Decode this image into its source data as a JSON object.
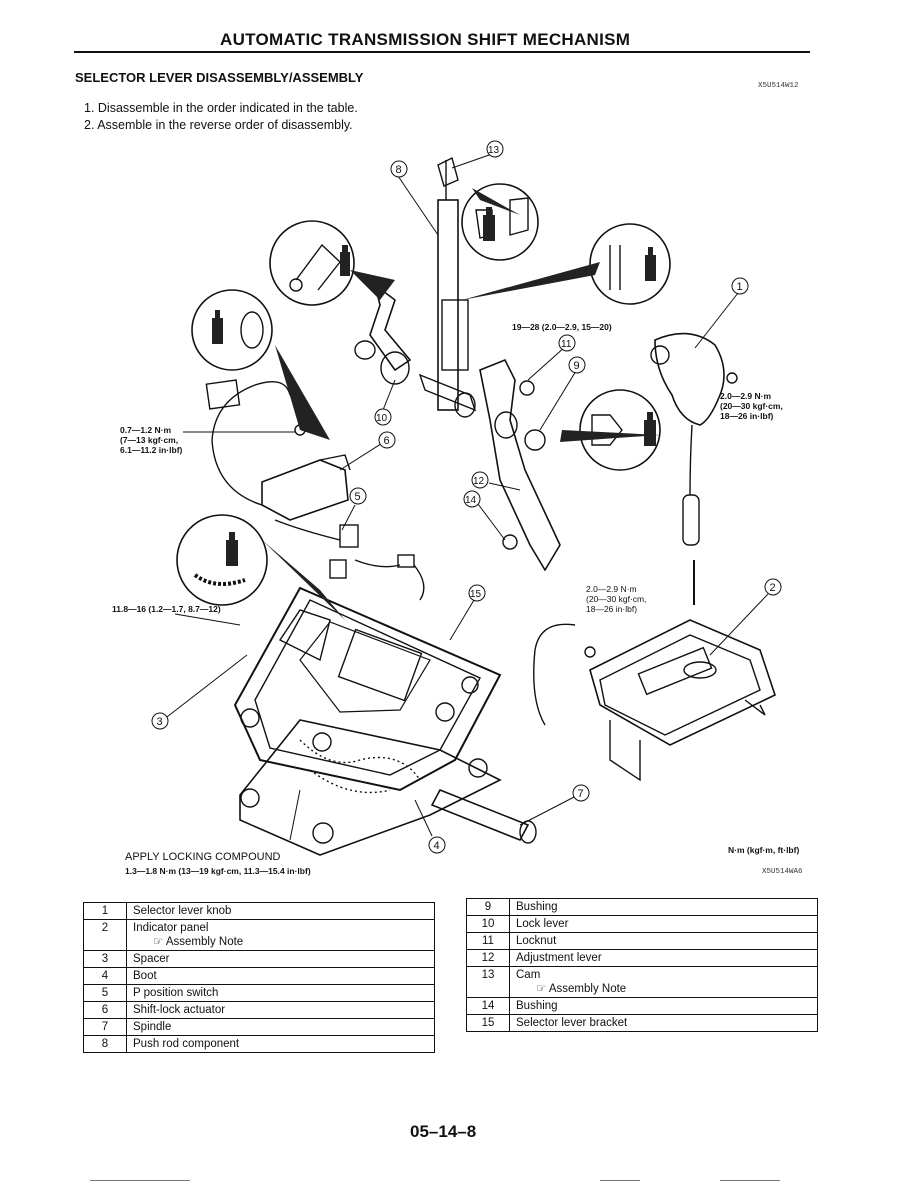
{
  "header": {
    "title": "AUTOMATIC TRANSMISSION SHIFT MECHANISM"
  },
  "section": {
    "heading": "SELECTOR LEVER DISASSEMBLY/ASSEMBLY",
    "code": "X5U514W12",
    "steps": [
      "1. Disassemble in the order indicated in the table.",
      "2. Assemble in the reverse order of disassembly."
    ]
  },
  "diagram": {
    "callouts": [
      "1",
      "2",
      "3",
      "4",
      "5",
      "6",
      "7",
      "8",
      "9",
      "10",
      "11",
      "12",
      "13",
      "14",
      "15"
    ],
    "torque": {
      "t1": "0.7—1.2 N·m\n(7—13 kgf·cm,\n6.1—11.2 in·lbf)",
      "t2": "19—28 (2.0—2.9, 15—20)",
      "t3": "2.0—2.9 N·m\n(20—30 kgf·cm,\n18—26 in·lbf)",
      "t4": "11.8—16 (1.2—1.7, 8.7—12)",
      "t5": "2.0—2.9 N·m\n(20—30 kgf·cm,\n18—26 in·lbf)",
      "t6": "APPLY LOCKING COMPOUND",
      "t7": "1.3—1.8 N·m (13—19 kgf·cm, 11.3—15.4 in·lbf)"
    },
    "units": "N·m (kgf·m, ft·lbf)",
    "fig_code": "X5U514WA6"
  },
  "parts_left": [
    {
      "no": "1",
      "name": "Selector lever knob",
      "note": ""
    },
    {
      "no": "2",
      "name": "Indicator panel",
      "note": "☞ Assembly Note"
    },
    {
      "no": "3",
      "name": "Spacer",
      "note": ""
    },
    {
      "no": "4",
      "name": "Boot",
      "note": ""
    },
    {
      "no": "5",
      "name": "P position switch",
      "note": ""
    },
    {
      "no": "6",
      "name": "Shift-lock actuator",
      "note": ""
    },
    {
      "no": "7",
      "name": "Spindle",
      "note": ""
    },
    {
      "no": "8",
      "name": "Push rod component",
      "note": ""
    }
  ],
  "parts_right": [
    {
      "no": "9",
      "name": "Bushing",
      "note": ""
    },
    {
      "no": "10",
      "name": "Lock lever",
      "note": ""
    },
    {
      "no": "11",
      "name": "Locknut",
      "note": ""
    },
    {
      "no": "12",
      "name": "Adjustment lever",
      "note": ""
    },
    {
      "no": "13",
      "name": "Cam",
      "note": "☞ Assembly Note"
    },
    {
      "no": "14",
      "name": "Bushing",
      "note": ""
    },
    {
      "no": "15",
      "name": "Selector lever bracket",
      "note": ""
    }
  ],
  "page_number": "05–14–8"
}
